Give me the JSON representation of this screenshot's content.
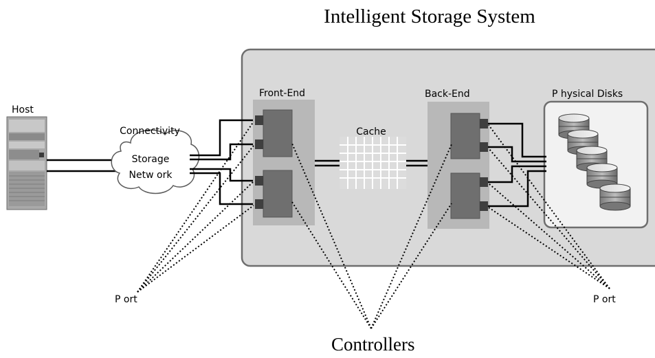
{
  "title": "Intelligent Storage System",
  "labels": {
    "host": "Host",
    "connectivity": "Connectivity",
    "storage_network_line1": "Storage",
    "storage_network_line2": "Netw ork",
    "front_end": "Front-End",
    "cache": "Cache",
    "back_end": "Back-End",
    "physical_disks": "P hysical  Disks",
    "port_left": "P ort",
    "port_right": "P ort",
    "controllers": "Controllers"
  },
  "colors": {
    "system_fill": "#d9d9d9",
    "system_stroke": "#6e6e6e",
    "panel_fill": "#b8b8b8",
    "controller_fill": "#6f6f6f",
    "port_fill": "#3f3f3f",
    "cache_fill": "#dcdcdc",
    "cache_grid": "#ffffff",
    "disk_panel_fill": "#f2f2f2",
    "line": "#000000"
  }
}
